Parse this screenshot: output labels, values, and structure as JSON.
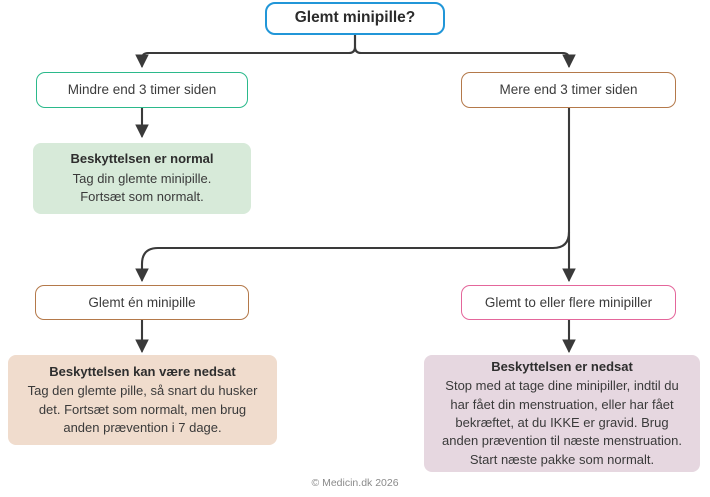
{
  "diagram": {
    "title": "Glemt minipille?",
    "root": {
      "label": "Glemt minipille?",
      "border_color": "#2196d8"
    },
    "branches": {
      "less_than_3h": {
        "label": "Mindre end 3 timer siden",
        "border_color": "#2bb98b"
      },
      "more_than_3h": {
        "label": "Mere end 3 timer siden",
        "border_color": "#b4794a"
      },
      "one_pill": {
        "label": "Glemt én minipille",
        "border_color": "#b4794a"
      },
      "two_or_more_pills": {
        "label": "Glemt to eller flere minipiller",
        "border_color": "#e4669b"
      }
    },
    "outcomes": {
      "normal": {
        "title": "Beskyttelsen er normal",
        "body": "Tag din glemte minipille.\nFortsæt som normalt.",
        "fill_color": "#d7ead9"
      },
      "possibly_reduced": {
        "title": "Beskyttelsen kan være nedsat",
        "body": "Tag den glemte pille, så snart du husker det. Fortsæt som normalt, men brug anden prævention i 7 dage.",
        "fill_color": "#f0dccd"
      },
      "reduced": {
        "title": "Beskyttelsen er nedsat",
        "body": "Stop med at tage dine minipiller, indtil du har fået din menstruation,  eller har fået bekræftet, at du IKKE er gravid. Brug anden prævention til næste menstruation. Start næste pakke som normalt.",
        "fill_color": "#e6d7e0"
      }
    },
    "connector_color": "#3a3a3a",
    "footer": "© Medicin.dk 2026"
  }
}
